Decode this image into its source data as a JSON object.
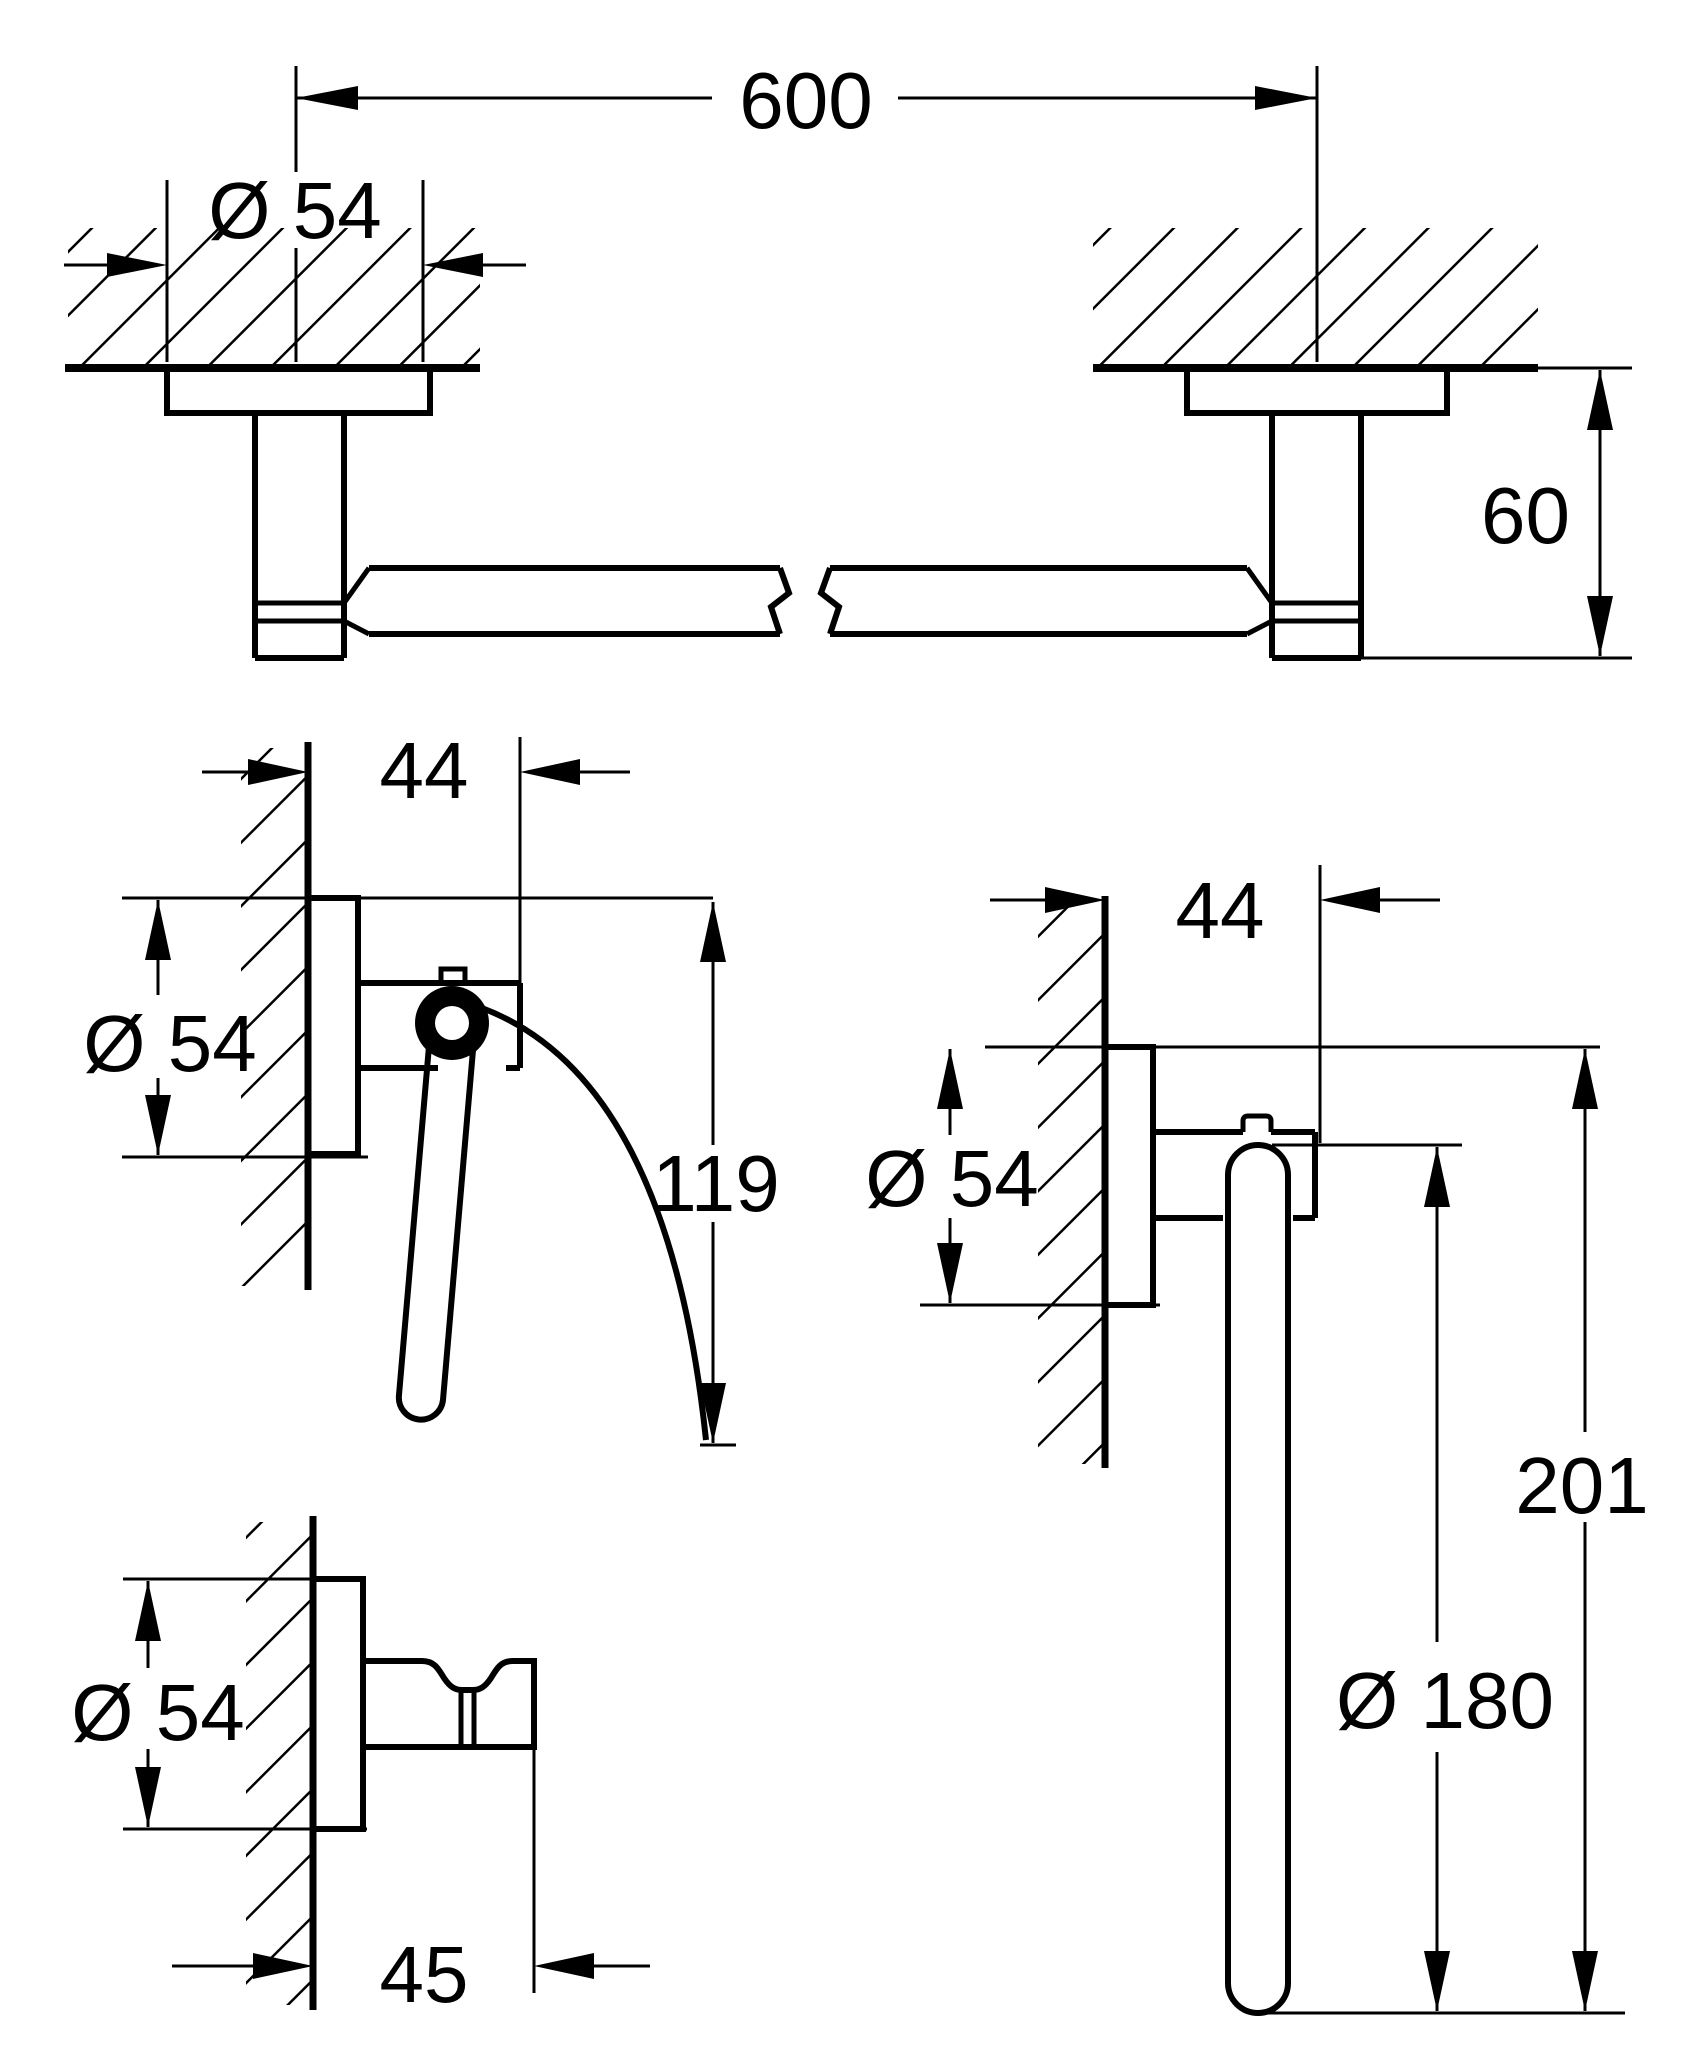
{
  "views": {
    "towel_bar": {
      "length": "600",
      "flange_diameter": "Ø 54",
      "bracket_height": "60"
    },
    "paper_holder": {
      "depth": "44",
      "flange_diameter": "Ø 54",
      "height": "119"
    },
    "towel_ring": {
      "depth": "44",
      "flange_diameter": "Ø 54",
      "overall_height": "201",
      "ring_diameter": "Ø 180"
    },
    "robe_hook": {
      "flange_diameter": "Ø 54",
      "depth": "45"
    }
  },
  "colors": {
    "line": "#000000",
    "background": "#ffffff"
  }
}
